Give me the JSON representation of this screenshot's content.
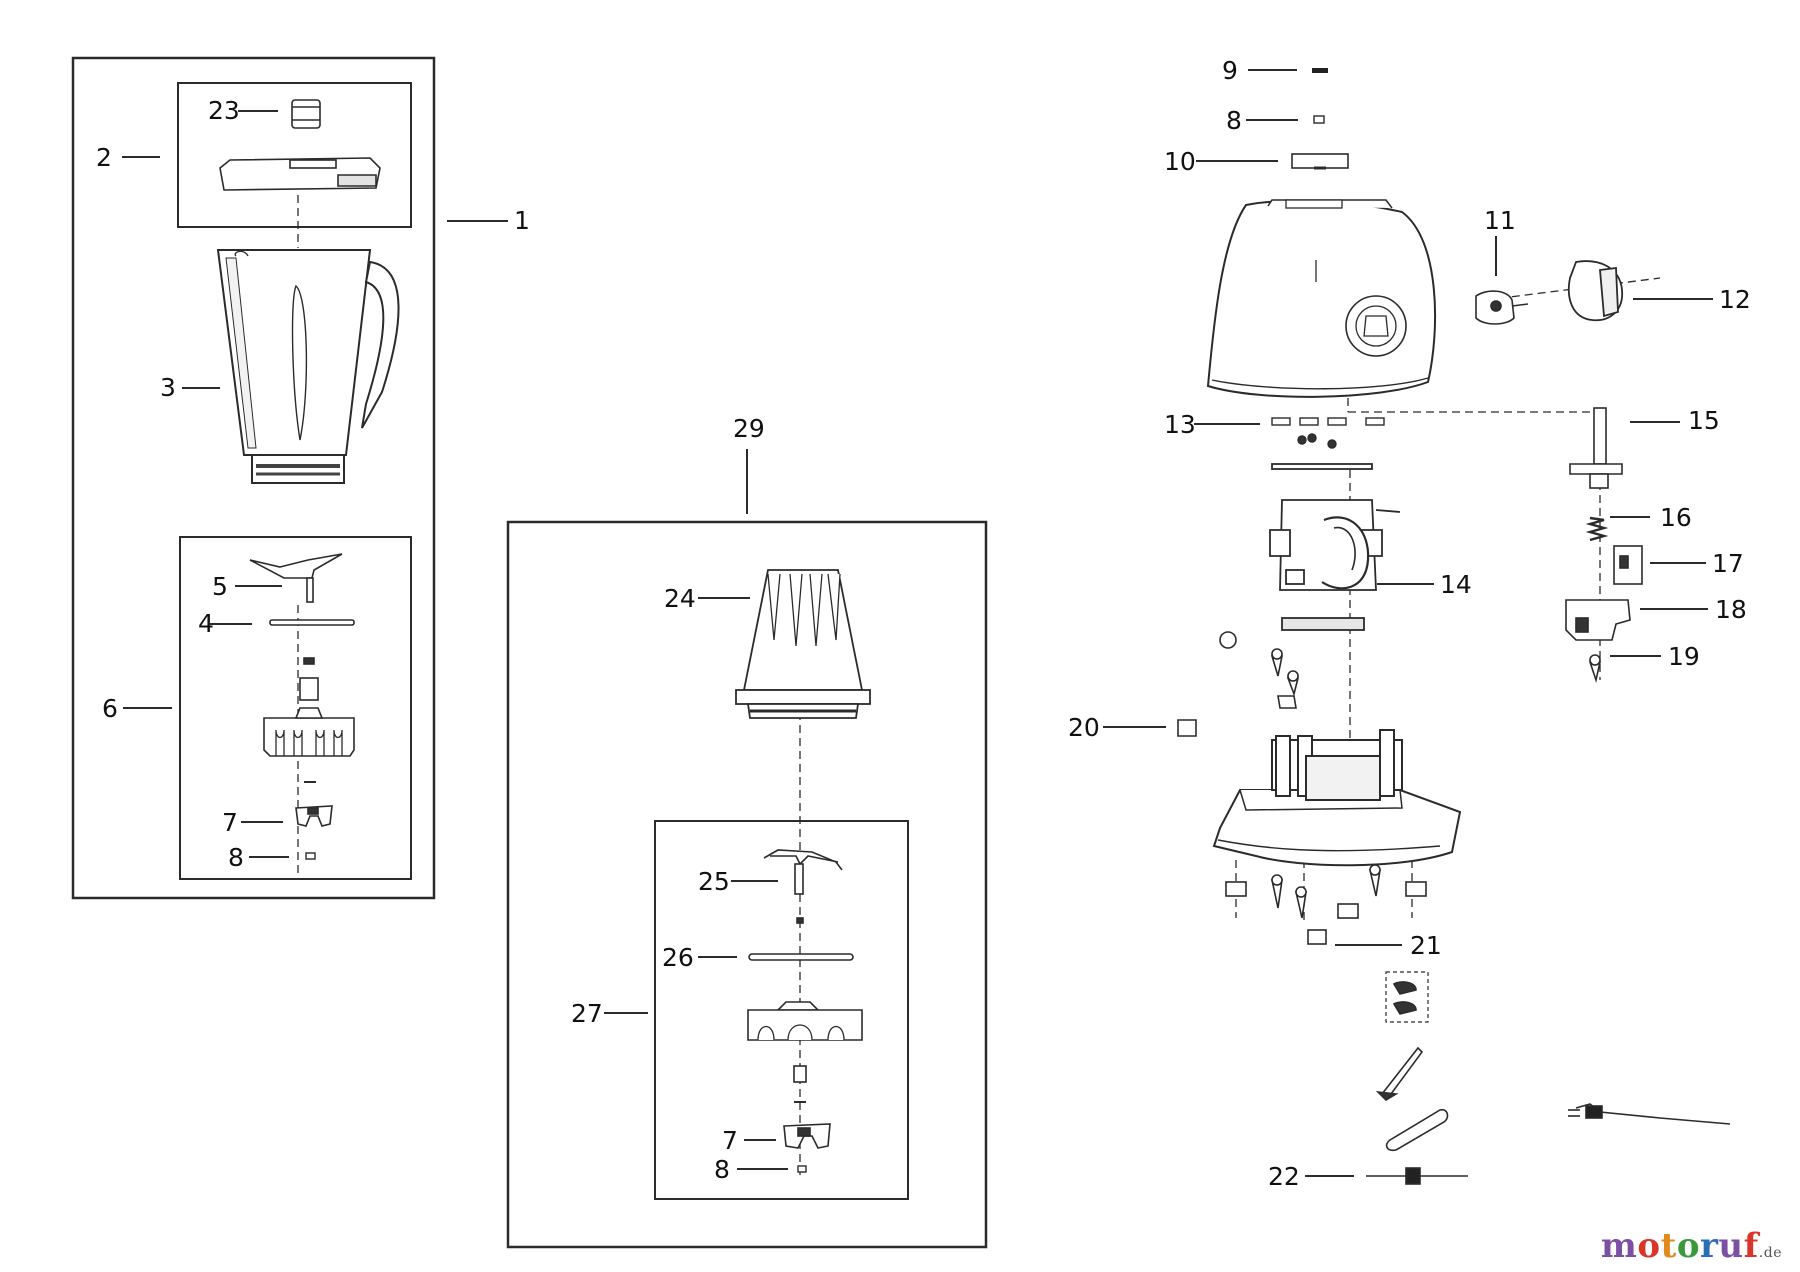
{
  "labels": {
    "l1": "1",
    "l2": "2",
    "l3": "3",
    "l4": "4",
    "l5": "5",
    "l6": "6",
    "l7a": "7",
    "l8a": "8",
    "l23": "23",
    "l29": "29",
    "l24": "24",
    "l25": "25",
    "l26": "26",
    "l27": "27",
    "l7b": "7",
    "l8b": "8",
    "l9": "9",
    "l8c": "8",
    "l10": "10",
    "l11": "11",
    "l12": "12",
    "l13": "13",
    "l14": "14",
    "l15": "15",
    "l16": "16",
    "l17": "17",
    "l18": "18",
    "l19": "19",
    "l20": "20",
    "l21": "21",
    "l22": "22"
  },
  "watermark": {
    "letters": [
      "m",
      "o",
      "t",
      "o",
      "r",
      "u",
      "f"
    ],
    "colors": [
      "#7b4fa3",
      "#d9352b",
      "#e08a1e",
      "#3a9a3a",
      "#2a6fb5",
      "#7b4fa3",
      "#d9352b"
    ],
    "tld": ".de"
  },
  "colors": {
    "line": "#2b2b2b",
    "fill": "#ffffff",
    "shade": "#d0d0d0"
  }
}
